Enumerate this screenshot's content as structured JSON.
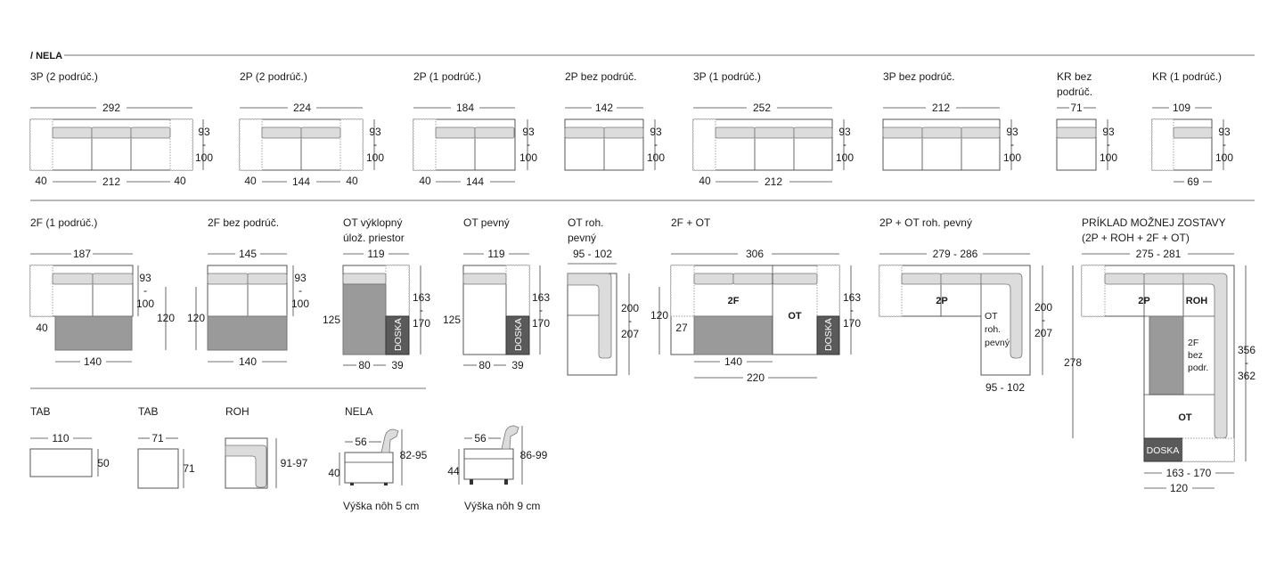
{
  "header": {
    "title": "/ NELA"
  },
  "row1": {
    "m1": {
      "name": "3P (2 podrúč.)",
      "width": "292",
      "depth_top": "93",
      "depth_sep": "-",
      "depth_bottom": "100",
      "arm_left": "40",
      "seat": "212",
      "arm_right": "40"
    },
    "m2": {
      "name": "2P (2 podrúč.)",
      "width": "224",
      "depth_top": "93",
      "depth_sep": "-",
      "depth_bottom": "100",
      "arm_left": "40",
      "seat": "144",
      "arm_right": "40"
    },
    "m3": {
      "name": "2P (1 podrúč.)",
      "width": "184",
      "depth_top": "93",
      "depth_sep": "-",
      "depth_bottom": "100",
      "arm_left": "40",
      "seat": "144"
    },
    "m4": {
      "name": "2P bez podrúč.",
      "width": "142",
      "depth_top": "93",
      "depth_sep": "-",
      "depth_bottom": "100"
    },
    "m5": {
      "name": "3P (1 podrúč.)",
      "width": "252",
      "depth_top": "93",
      "depth_sep": "-",
      "depth_bottom": "100",
      "arm_left": "40",
      "seat": "212"
    },
    "m6": {
      "name": "3P bez podrúč.",
      "width": "212",
      "depth_top": "93",
      "depth_sep": "-",
      "depth_bottom": "100"
    },
    "m7": {
      "name_line1": "KR bez",
      "name_line2": "podrúč.",
      "width": "71",
      "depth_top": "93",
      "depth_sep": "-",
      "depth_bottom": "100"
    },
    "m8": {
      "name": "KR (1 podrúč.)",
      "width": "109",
      "depth_top": "93",
      "depth_sep": "-",
      "depth_bottom": "100",
      "seat": "69"
    }
  },
  "row2": {
    "m1": {
      "name": "2F (1 podrúč.)",
      "width": "187",
      "depth_top": "93",
      "depth_sep": "-",
      "depth_bottom": "100",
      "arm": "40",
      "ext_width": "140",
      "total_depth": "120"
    },
    "m2": {
      "name": "2F bez podrúč.",
      "width": "145",
      "depth_top": "93",
      "depth_sep": "-",
      "depth_bottom": "100",
      "ext_width": "140",
      "total_depth": "120"
    },
    "m3": {
      "name_line1": "OT výklopný",
      "name_line2": "úlož. priestor",
      "width": "119",
      "depth_top": "163",
      "depth_sep": "-",
      "depth_bottom": "170",
      "depth_left": "125",
      "w1": "80",
      "w2": "39",
      "board": "DOSKA"
    },
    "m4": {
      "name": "OT pevný",
      "width": "119",
      "depth_top": "163",
      "depth_sep": "-",
      "depth_bottom": "170",
      "depth_left": "125",
      "w1": "80",
      "w2": "39",
      "board": "DOSKA"
    },
    "m5": {
      "name_line1": "OT roh.",
      "name_line2": "pevný",
      "width": "95 - 102",
      "depth_top": "200",
      "depth_sep": "-",
      "depth_bottom": "207"
    },
    "m6": {
      "name": "2F + OT",
      "width": "306",
      "depth_top": "163",
      "depth_sep": "-",
      "depth_bottom": "170",
      "depth_left": "120",
      "offset": "27",
      "ext_width": "140",
      "bottom_width": "220",
      "label_a": "2F",
      "label_b": "OT",
      "board": "DOSKA"
    },
    "m7": {
      "name": "2P + OT roh. pevný",
      "width": "279 - 286",
      "depth_top": "200",
      "depth_sep": "-",
      "depth_bottom": "207",
      "label_a": "2P",
      "label_b1": "OT",
      "label_b2": "roh.",
      "label_b3": "pevný",
      "corner_width": "95 - 102"
    },
    "m8": {
      "name_line1": "PRÍKLAD MOŽNEJ ZOSTAVY",
      "name_line2": "(2P + ROH + 2F + OT)",
      "width": "275 - 281",
      "depth_left": "278",
      "depth_right_top": "356",
      "depth_sep": "-",
      "depth_right_bottom": "362",
      "label_2p": "2P",
      "label_roh": "ROH",
      "label_2f1": "2F",
      "label_2f2": "bez",
      "label_2f3": "podr.",
      "label_ot": "OT",
      "board": "DOSKA",
      "bottom1": "163 - 170",
      "bottom2": "120"
    }
  },
  "row3": {
    "tab1": {
      "name": "TAB",
      "width": "110",
      "height": "50"
    },
    "tab2": {
      "name": "TAB",
      "width": "71",
      "height": "71"
    },
    "roh": {
      "name": "ROH",
      "size": "91-97"
    },
    "nela1": {
      "name": "NELA",
      "depth": "56",
      "height": "82-95",
      "seat": "40",
      "caption": "Výška nôh 5 cm"
    },
    "nela2": {
      "depth": "56",
      "height": "86-99",
      "seat": "44",
      "caption": "Výška nôh 9 cm"
    }
  }
}
